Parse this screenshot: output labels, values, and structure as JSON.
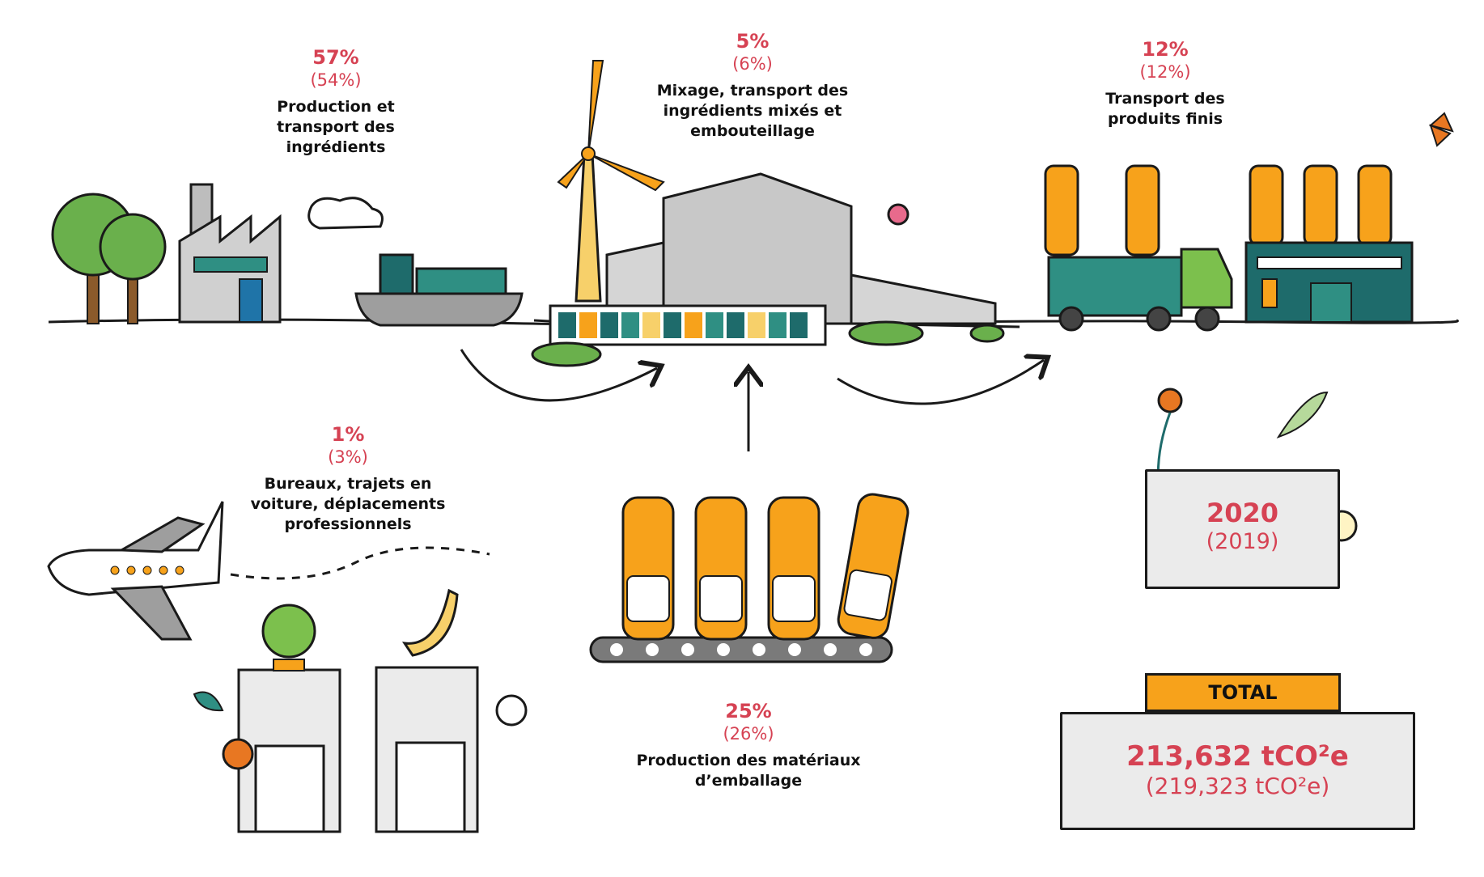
{
  "stages": [
    {
      "id": "ingredients",
      "pct": "57%",
      "prev": "(54%)",
      "lines": [
        "Production et",
        "transport des",
        "ingrédients"
      ]
    },
    {
      "id": "mixing",
      "pct": "5%",
      "prev": "(6%)",
      "lines": [
        "Mixage, transport des",
        "ingrédients mixés et",
        "embouteillage"
      ]
    },
    {
      "id": "transport",
      "pct": "12%",
      "prev": "(12%)",
      "lines": [
        "Transport des",
        "produits finis"
      ]
    },
    {
      "id": "offices",
      "pct": "1%",
      "prev": "(3%)",
      "lines": [
        "Bureaux, trajets en",
        "voiture, déplacements",
        "professionnels"
      ]
    },
    {
      "id": "packaging",
      "pct": "25%",
      "prev": "(26%)",
      "lines": [
        "Production des matériaux",
        "d’emballage"
      ]
    }
  ],
  "year": {
    "current": "2020",
    "previous": "(2019)"
  },
  "total": {
    "label": "TOTAL",
    "value": "213,632 tCO²e",
    "previous": "(219,323 tCO²e)"
  },
  "colors": {
    "accent_red": "#d64253",
    "orange": "#f7a21b",
    "teal": "#1e6b6b",
    "green": "#6ab04c",
    "grey": "#d0d0d0"
  }
}
